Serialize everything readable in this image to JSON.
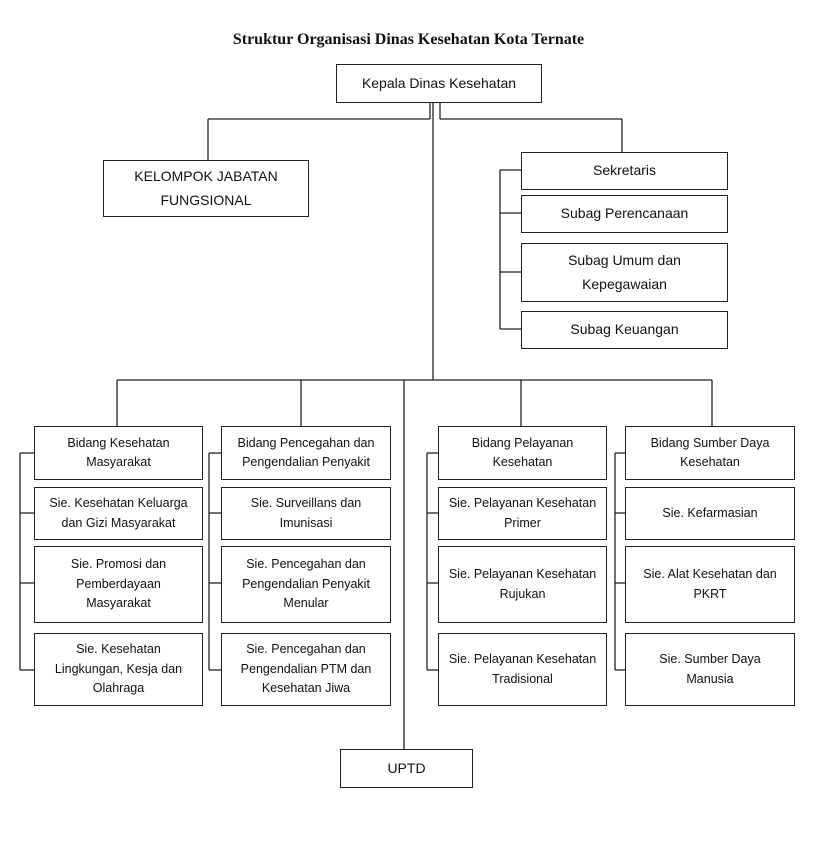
{
  "title": "Struktur Organisasi Dinas Kesehatan Kota Ternate",
  "nodes": {
    "kepala": "Kepala Dinas Kesehatan",
    "kelompok": "KELOMPOK JABATAN\nFUNGSIONAL",
    "sekretaris": "Sekretaris",
    "subag_perencanaan": "Subag Perencanaan",
    "subag_umum": "Subag Umum dan\nKepegawaian",
    "subag_keuangan": "Subag Keuangan",
    "uptd": "UPTD"
  },
  "bidang": [
    {
      "head": "Bidang Kesehatan\nMasyarakat",
      "sections": [
        "Sie. Kesehatan Keluarga\ndan Gizi Masyarakat",
        "Sie. Promosi dan\nPemberdayaan\nMasyarakat",
        "Sie. Kesehatan\nLingkungan, Kesja dan\nOlahraga"
      ]
    },
    {
      "head": "Bidang Pencegahan dan\nPengendalian Penyakit",
      "sections": [
        "Sie. Surveillans dan\nImunisasi",
        "Sie. Pencegahan dan\nPengendalian Penyakit\nMenular",
        "Sie. Pencegahan dan\nPengendalian PTM dan\nKesehatan Jiwa"
      ]
    },
    {
      "head": "Bidang Pelayanan\nKesehatan",
      "sections": [
        "Sie. Pelayanan Kesehatan\nPrimer",
        "Sie. Pelayanan Kesehatan\nRujukan",
        "Sie. Pelayanan Kesehatan\nTradisional"
      ]
    },
    {
      "head": "Bidang Sumber Daya\nKesehatan",
      "sections": [
        "Sie. Kefarmasian",
        "Sie. Alat Kesehatan dan\nPKRT",
        "Sie. Sumber Daya\nManusia"
      ]
    }
  ]
}
